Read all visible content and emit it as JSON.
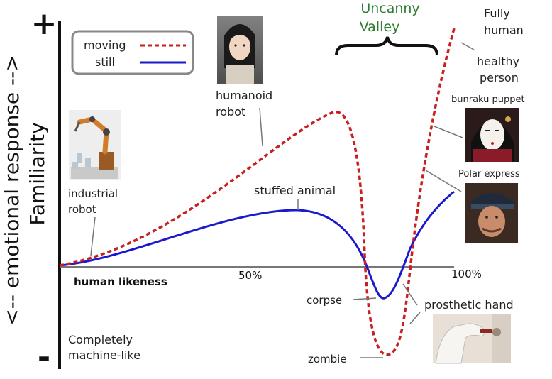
{
  "axis": {
    "y_title": "Familiarity",
    "y_side_label": "<-- emotional response -->",
    "plus": "+",
    "minus": "-",
    "x_title": "human likeness",
    "x_tick_50": "50%",
    "x_tick_100": "100%",
    "completely": "Completely",
    "machine_like": "machine-like"
  },
  "legend": {
    "moving": "moving",
    "still": "still"
  },
  "valley": {
    "line1": "Uncanny",
    "line2": "Valley"
  },
  "labels": {
    "industrial_1": "industrial",
    "industrial_2": "robot",
    "humanoid_1": "humanoid",
    "humanoid_2": "robot",
    "stuffed": "stuffed animal",
    "fully_1": "Fully",
    "fully_2": "human",
    "healthy_1": "healthy",
    "healthy_2": "person",
    "bunraku": "bunraku puppet",
    "polar": "Polar express",
    "corpse": "corpse",
    "zombie": "zombie",
    "prosthetic": "prosthetic hand"
  },
  "colors": {
    "moving": "#c82020",
    "still": "#1a1acc",
    "valley": "#2e7d32",
    "axis": "#111111",
    "leader": "#777777"
  },
  "icons": {
    "industrial_robot": "robot-arm-photo",
    "humanoid_robot": "android-photo",
    "bunraku_puppet": "puppet-photo",
    "polar_express": "cgi-conductor-photo",
    "prosthetic_hand": "prosthetic-hand-photo"
  }
}
